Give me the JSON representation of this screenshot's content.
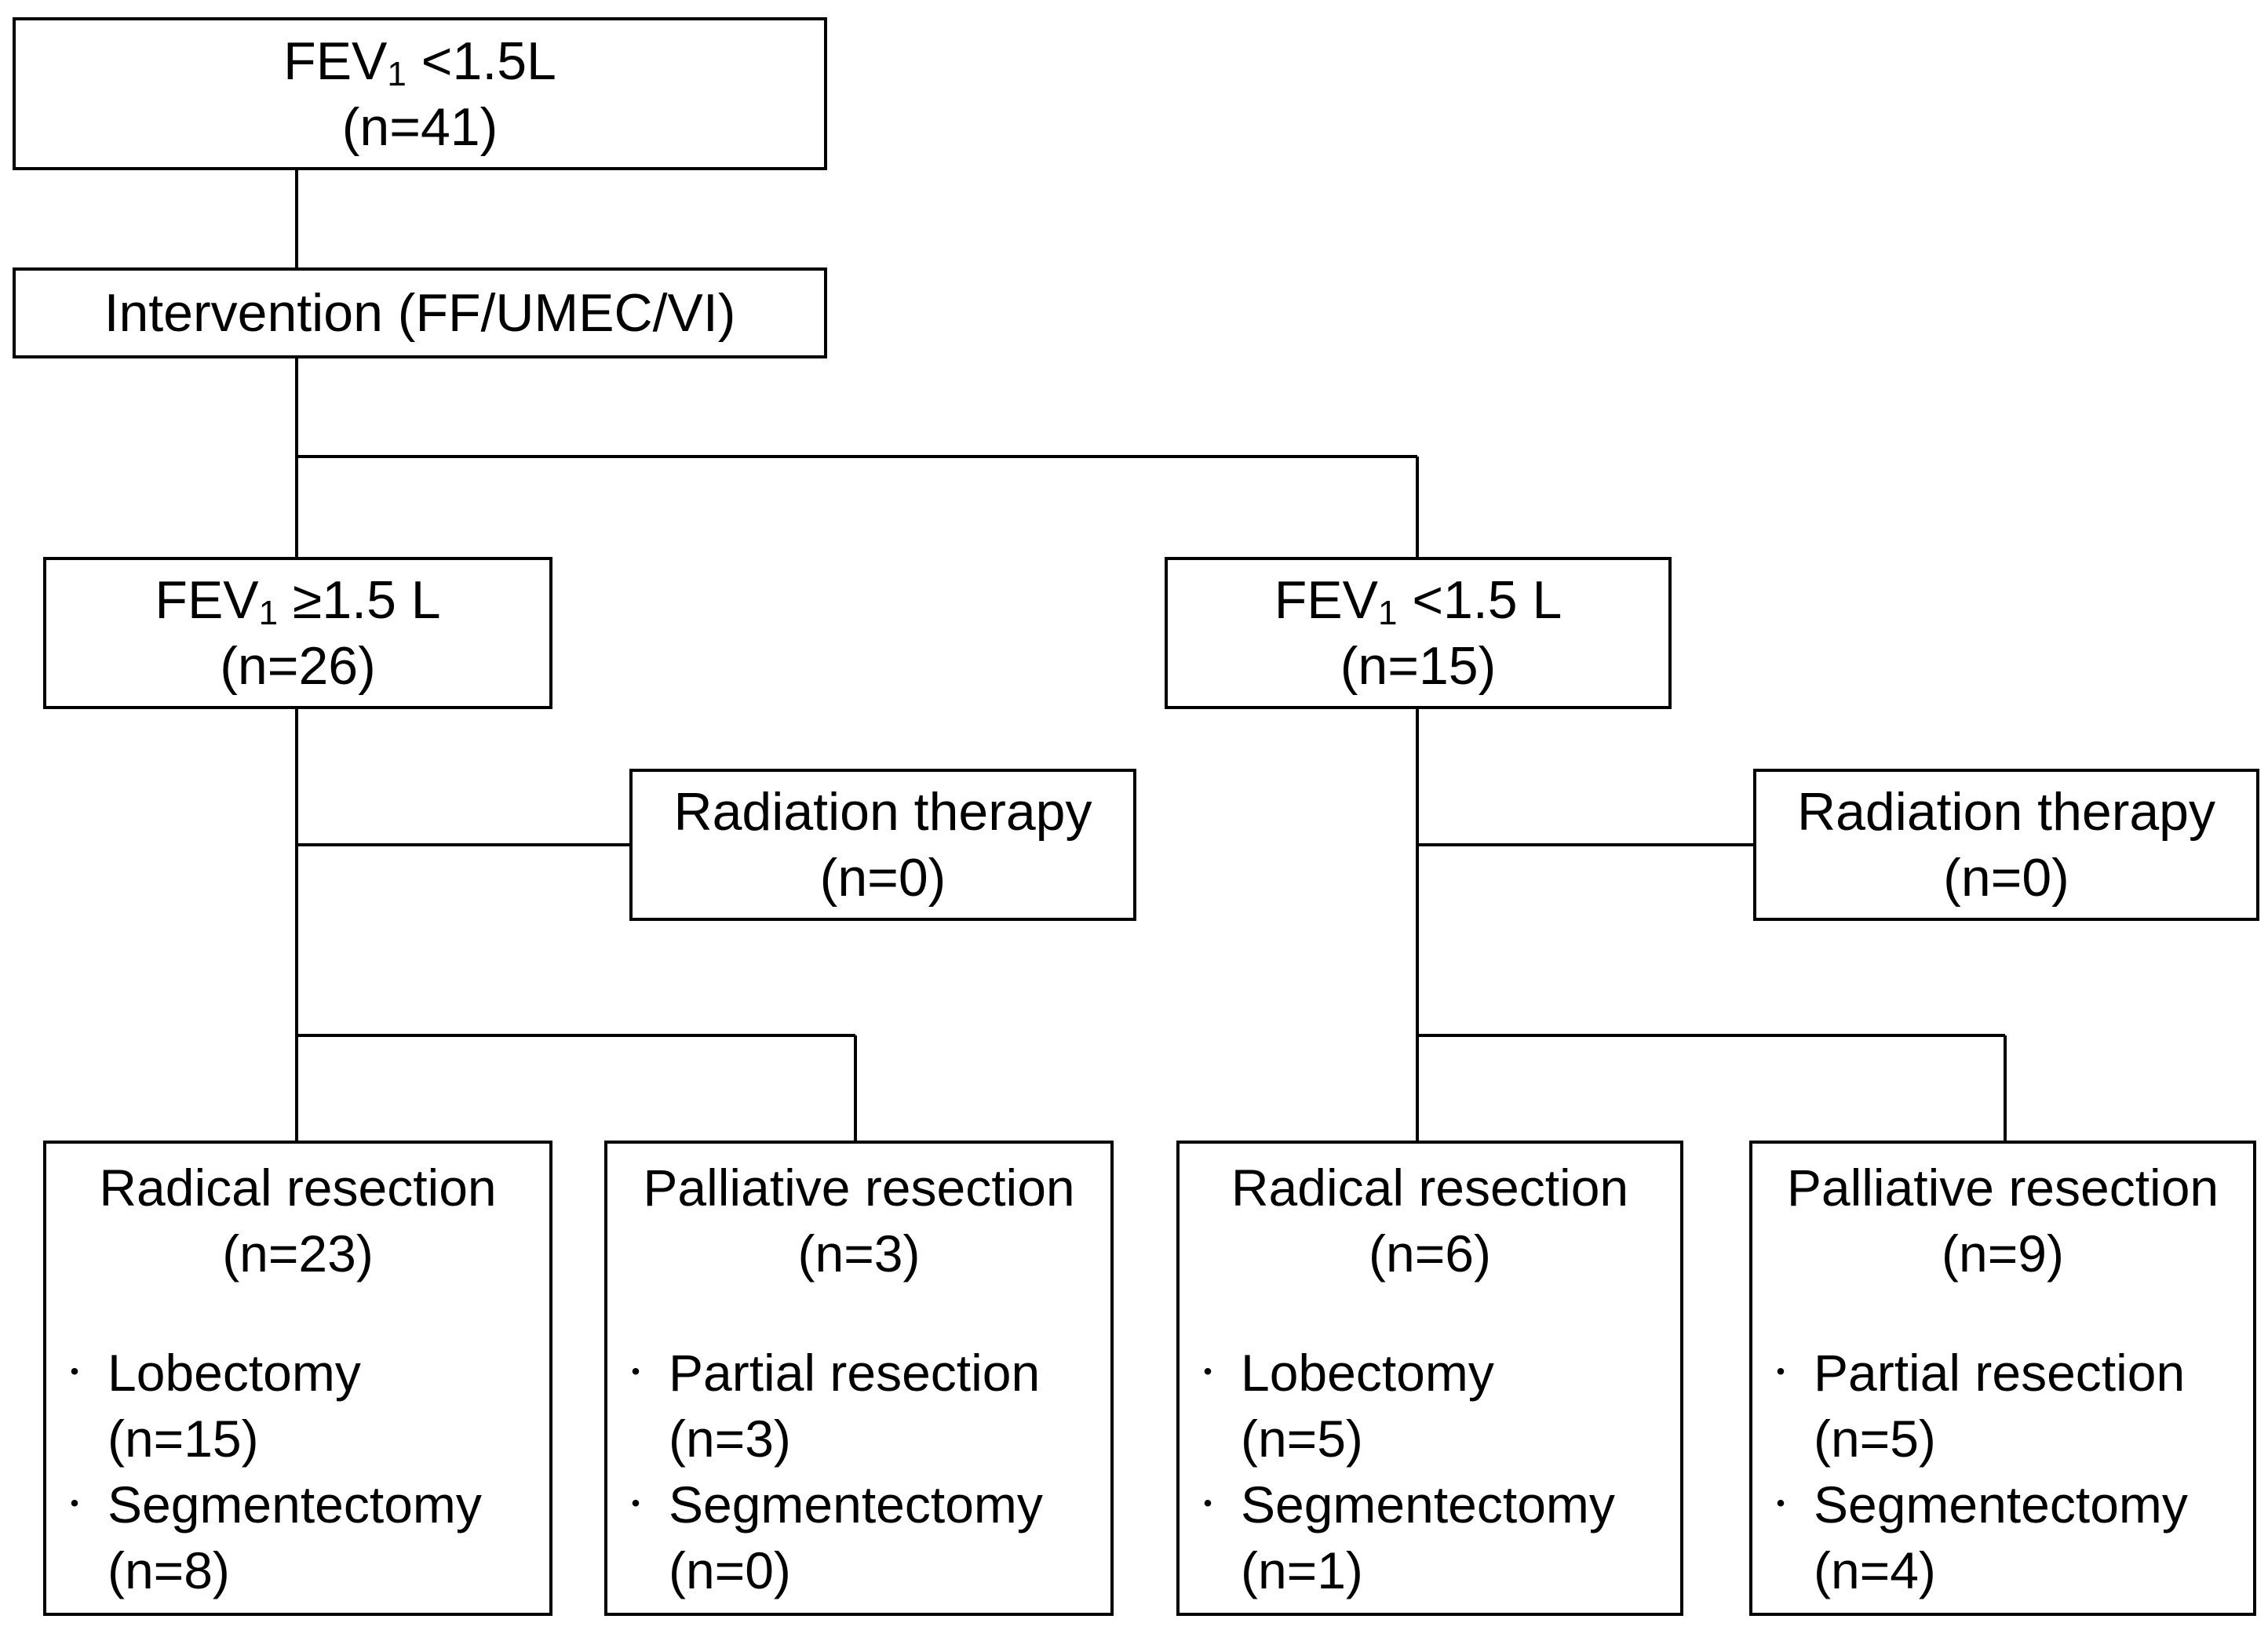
{
  "diagram": {
    "root": {
      "label": "FEV",
      "sub": "1",
      "suffix": " <1.5L",
      "count": "(n=41)"
    },
    "intervention": {
      "label": "Intervention (FF/UMEC/VI)"
    },
    "branch_high": {
      "label": "FEV",
      "sub": "1",
      "suffix": " ≥1.5 L",
      "count": "(n=26)"
    },
    "branch_low": {
      "label": "FEV",
      "sub": "1",
      "suffix": " <1.5 L",
      "count": "(n=15)"
    },
    "radiation_high": {
      "label": "Radiation therapy",
      "count": "(n=0)"
    },
    "radiation_low": {
      "label": "Radiation therapy",
      "count": "(n=0)"
    },
    "radical_high": {
      "title": "Radical resection",
      "count": "(n=23)",
      "items": [
        {
          "name": "Lobectomy",
          "count": "(n=15)"
        },
        {
          "name": "Segmentectomy",
          "count": "(n=8)"
        }
      ]
    },
    "palliative_high": {
      "title": "Palliative resection",
      "count": "(n=3)",
      "items": [
        {
          "name": "Partial resection",
          "count": "(n=3)"
        },
        {
          "name": "Segmentectomy",
          "count": "(n=0)"
        }
      ]
    },
    "radical_low": {
      "title": "Radical resection",
      "count": "(n=6)",
      "items": [
        {
          "name": "Lobectomy",
          "count": "(n=5)"
        },
        {
          "name": "Segmentectomy",
          "count": "(n=1)"
        }
      ]
    },
    "palliative_low": {
      "title": "Palliative resection",
      "count": "(n=9)",
      "items": [
        {
          "name": "Partial resection",
          "count": "(n=5)"
        },
        {
          "name": "Segmentectomy",
          "count": "(n=4)"
        }
      ]
    },
    "bullet_symbol": "・"
  }
}
